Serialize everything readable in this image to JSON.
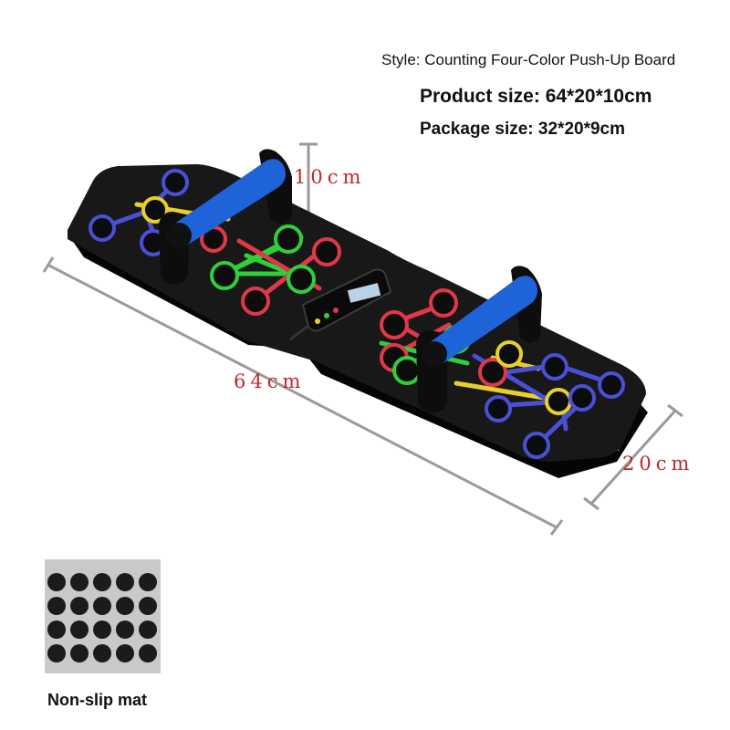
{
  "specs": {
    "style": "Style: Counting Four-Color Push-Up Board",
    "product_size": "Product size: 64*20*10cm",
    "package_size": "Package size: 32*20*9cm"
  },
  "dimensions": {
    "height": "10cm",
    "length": "64cm",
    "width": "20cm"
  },
  "mat": {
    "caption": "Non-slip mat"
  },
  "colors": {
    "board": "#151515",
    "handle_grip": "#1e63d8",
    "zone_blue": "#4b4fd6",
    "zone_yellow": "#e8d02a",
    "zone_green": "#2fcf3a",
    "zone_red": "#e0384a",
    "dimension_text": "#c0262b"
  }
}
